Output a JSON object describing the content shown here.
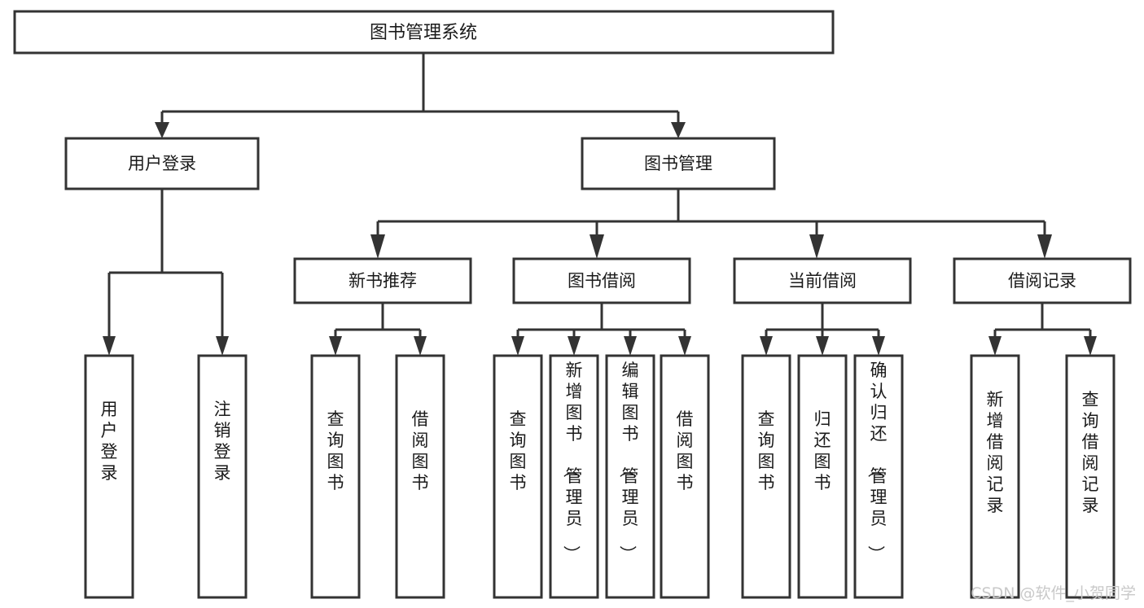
{
  "diagram": {
    "title": "图书管理系统",
    "type": "tree-hierarchy-chart",
    "colors": {
      "stroke": "#333333",
      "fill": "#ffffff",
      "text": "#1a1a1a",
      "watermark": "#c9c9c9"
    },
    "root": {
      "label": "图书管理系统"
    },
    "level2": [
      {
        "label": "用户登录"
      },
      {
        "label": "图书管理"
      }
    ],
    "level3": [
      {
        "label": "新书推荐"
      },
      {
        "label": "图书借阅"
      },
      {
        "label": "当前借阅"
      },
      {
        "label": "借阅记录"
      }
    ],
    "leaves": {
      "user_login": [
        {
          "label": "用户登录"
        },
        {
          "label": "注销登录"
        }
      ],
      "new_book_recommend": [
        {
          "label": "查询图书"
        },
        {
          "label": "借阅图书"
        }
      ],
      "book_borrow": [
        {
          "label": "查询图书"
        },
        {
          "label": "新增图书（管理员）"
        },
        {
          "label": "编辑图书（管理员）"
        },
        {
          "label": "借阅图书"
        }
      ],
      "current_borrow": [
        {
          "label": "查询图书"
        },
        {
          "label": "归还图书"
        },
        {
          "label": "确认归还（管理员）"
        }
      ],
      "borrow_record": [
        {
          "label": "新增借阅记录"
        },
        {
          "label": "查询借阅记录"
        }
      ]
    },
    "watermark": "CSDN @软件_小贺同学"
  }
}
